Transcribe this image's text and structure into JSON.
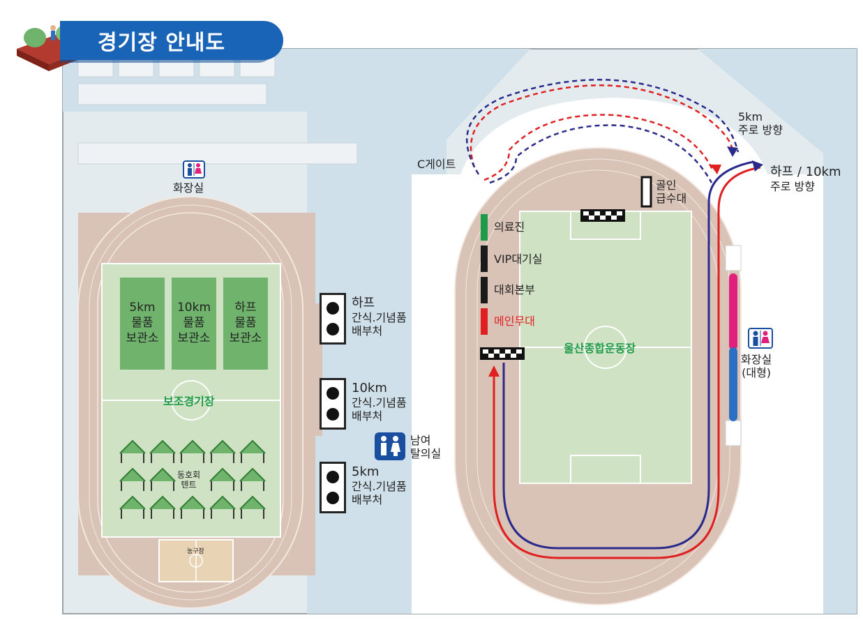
{
  "title": "경기장 안내도",
  "main_stadium": {
    "name": "울산종합운동장",
    "gate": "C게이트",
    "goal": [
      "골인",
      "급수대"
    ],
    "facilities": [
      {
        "label": "의료진",
        "color": "#1e9a4a"
      },
      {
        "label": "VIP대기실",
        "color": "#1a1a1a"
      },
      {
        "label": "대회본부",
        "color": "#1a1a1a"
      },
      {
        "label": "메인무대",
        "color": "#e02020"
      }
    ],
    "route_5km": [
      "5km",
      "주로 방향"
    ],
    "route_half_10km": [
      "하프 / 10km",
      "주로 방향"
    ],
    "restroom_large": [
      "화장실",
      "(대형)"
    ]
  },
  "aux_field": {
    "name": "보조경기장",
    "restroom": "화장실",
    "storage": [
      {
        "course": "5km",
        "line1": "물품",
        "line2": "보관소"
      },
      {
        "course": "10km",
        "line1": "물품",
        "line2": "보관소"
      },
      {
        "course": "하프",
        "line1": "물품",
        "line2": "보관소"
      }
    ],
    "club_tent": [
      "동호회",
      "텐트"
    ],
    "basketball": "농구장"
  },
  "distribution": [
    {
      "course": "하프",
      "line1": "간식.기념품",
      "line2": "배부처"
    },
    {
      "course": "10km",
      "line1": "간식.기념품",
      "line2": "배부처"
    },
    {
      "course": "5km",
      "line1": "간식.기념품",
      "line2": "배부처"
    }
  ],
  "changing_room": [
    "남여",
    "탈의실"
  ],
  "colors": {
    "track": "#d9c3b6",
    "field": "#cfe3c4",
    "route_red": "#e02020",
    "route_blue": "#2a2a8c",
    "title_band": "#1a64b8"
  }
}
